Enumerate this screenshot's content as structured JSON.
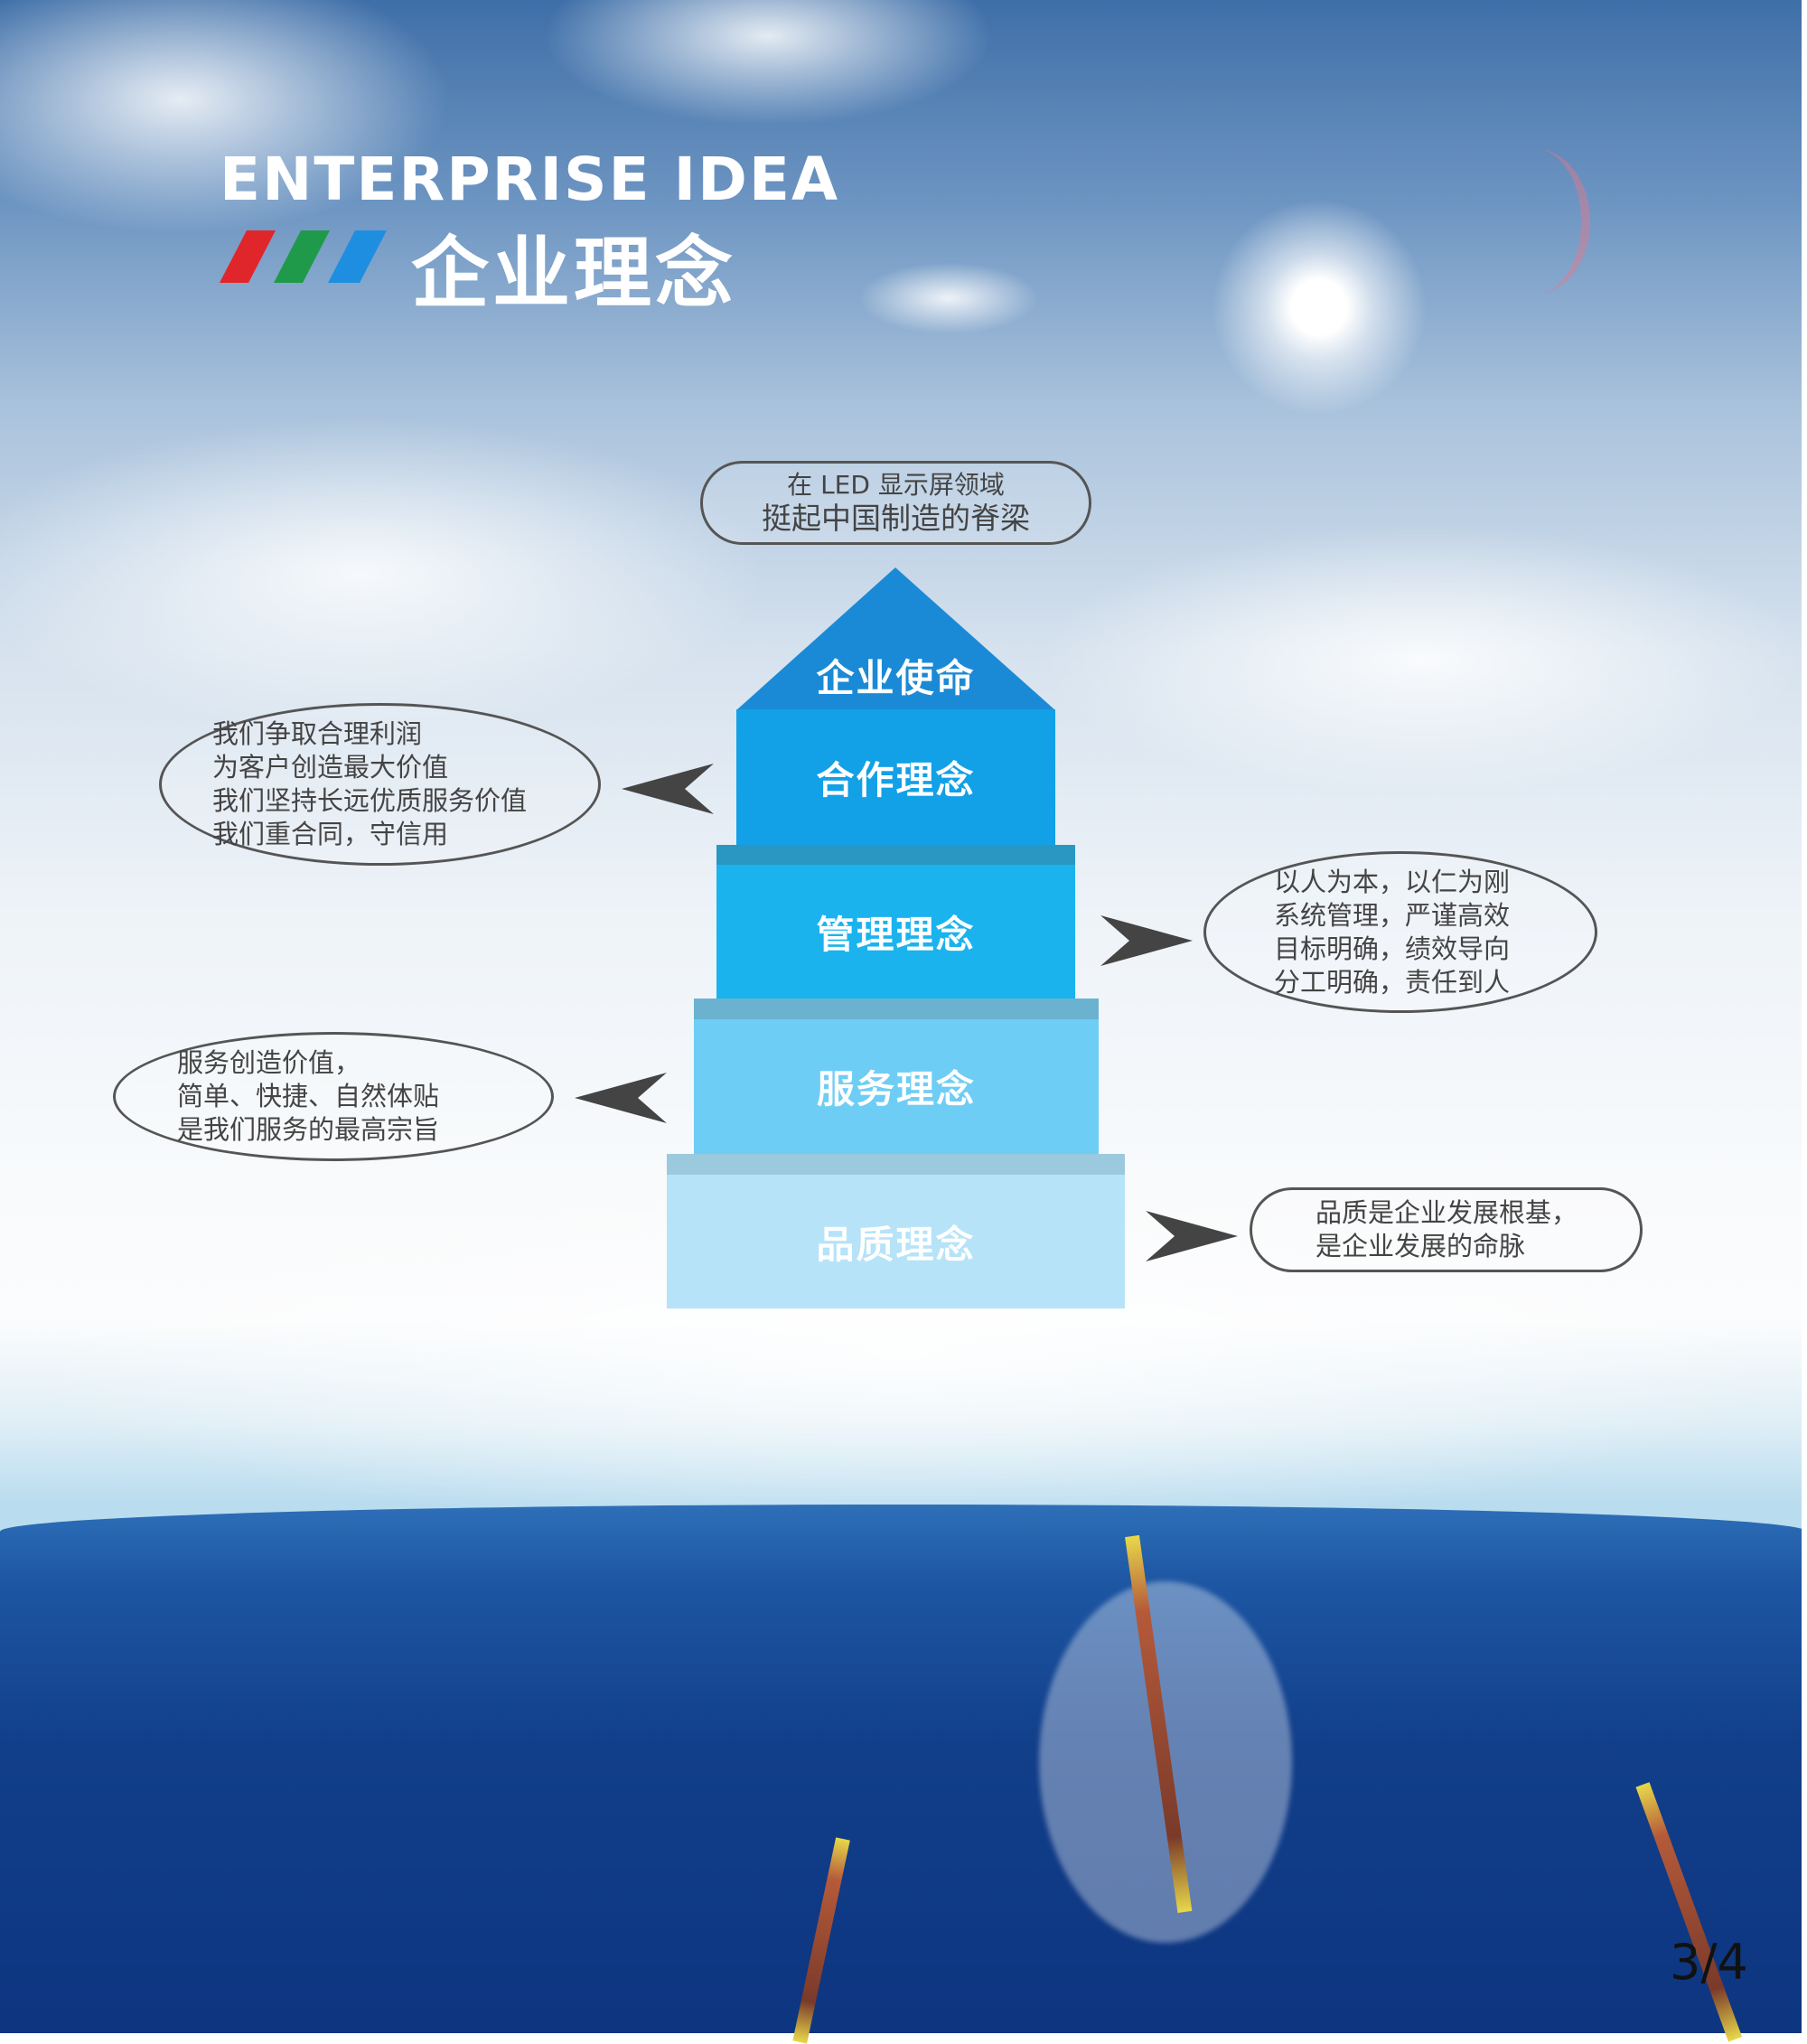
{
  "header": {
    "title_en": "ENTERPRISE IDEA",
    "title_cn": "企业理念",
    "stripe_colors": [
      "#e0262b",
      "#1f9a4a",
      "#1e8fe0"
    ]
  },
  "mission_bubble": {
    "line1": "在 LED 显示屏领域",
    "line2": "挺起中国制造的脊梁"
  },
  "pyramid": [
    {
      "label": "企业使命",
      "color": "#1b8ad6"
    },
    {
      "label": "合作理念",
      "color": "#12a0e6"
    },
    {
      "label": "管理理念",
      "color": "#1ab3ee"
    },
    {
      "label": "服务理念",
      "color": "#6ecdf4"
    },
    {
      "label": "品质理念",
      "color": "#b6e3f8"
    }
  ],
  "cooperation_bubble": {
    "lines": [
      "我们争取合理利润",
      "为客户创造最大价值",
      "我们坚持长远优质服务价值",
      "我们重合同，守信用"
    ]
  },
  "management_bubble": {
    "lines": [
      "以人为本，以仁为刚",
      "系统管理，严谨高效",
      "目标明确，绩效导向",
      "分工明确，责任到人"
    ]
  },
  "service_bubble": {
    "lines": [
      "服务创造价值，",
      "简单、快捷、自然体贴",
      "是我们服务的最高宗旨"
    ]
  },
  "quality_bubble": {
    "lines": [
      "品质是企业发展根基，",
      "是企业发展的命脉"
    ]
  },
  "page_number": "3/4"
}
